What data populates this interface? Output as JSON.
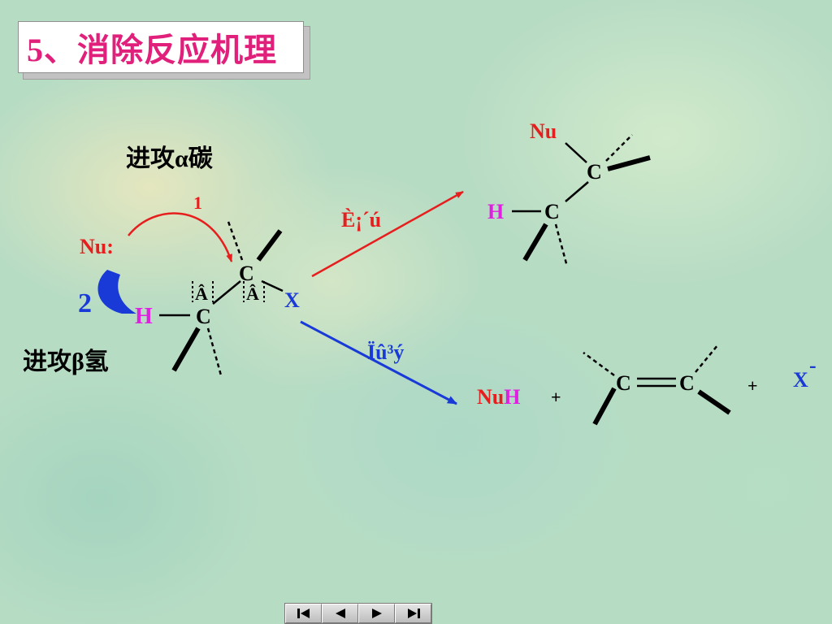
{
  "title": "5、消除反应机理",
  "attack_alpha_label": "进攻α碳",
  "attack_beta_label": "进攻β氢",
  "reactant": {
    "nu": "Nu:",
    "h": "H",
    "c_alpha": "C",
    "c_beta": "C",
    "x": "X",
    "arrow1": "1",
    "arrow2": "2",
    "garble_a": "Â",
    "garble_b": "Â"
  },
  "substitution": {
    "label": "È¡´ú",
    "nu": "Nu",
    "c_top": "C",
    "h": "H",
    "c_bottom": "C"
  },
  "elimination": {
    "label": "Ïû³ý",
    "nuh_prefix": "Nu",
    "nuh_suffix": "H",
    "plus1": "+",
    "c1": "C",
    "c2": "C",
    "plus2": "+",
    "x": "X",
    "x_charge": "-"
  },
  "colors": {
    "title": "#e0207a",
    "red": "#e61e1e",
    "magenta": "#e020e0",
    "blue": "#1a3ad8",
    "black": "#000000"
  },
  "icons": [
    "first-slide-icon",
    "previous-slide-icon",
    "next-slide-icon",
    "last-slide-icon"
  ]
}
